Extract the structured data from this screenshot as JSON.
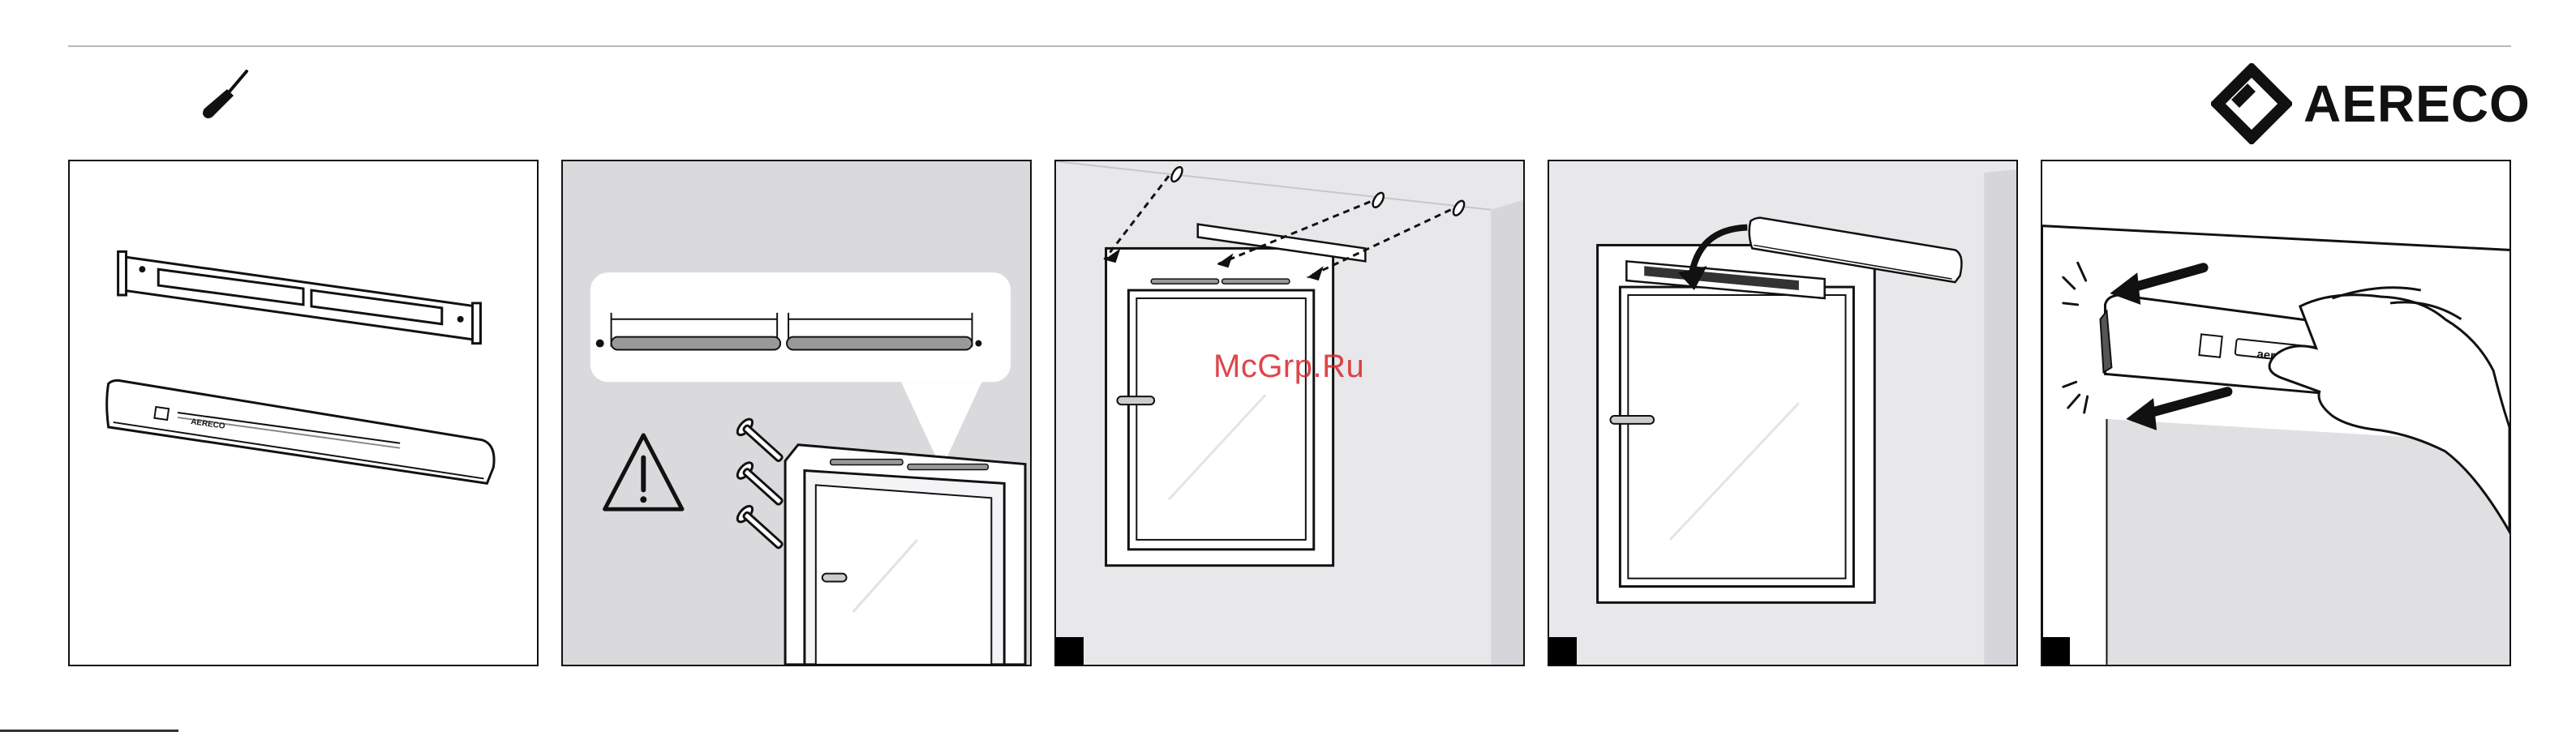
{
  "header": {
    "brand": "AERECO",
    "tool_icon": "screwdriver-icon"
  },
  "panels": [
    {
      "id": "parts",
      "step_marker": false
    },
    {
      "id": "drill-warning",
      "step_marker": false,
      "warning_icon": "warning-triangle-icon"
    },
    {
      "id": "mount-frame",
      "step_marker": true
    },
    {
      "id": "attach-vent",
      "step_marker": true
    },
    {
      "id": "clip-on",
      "step_marker": true,
      "product_label": "aereco"
    }
  ],
  "watermark": "McGrp.Ru",
  "product": {
    "label": "AERECO"
  },
  "colors": {
    "panel_gray": "#dadadd",
    "wall_gray": "#e8e8eb",
    "watermark_red": "#d8262b"
  }
}
